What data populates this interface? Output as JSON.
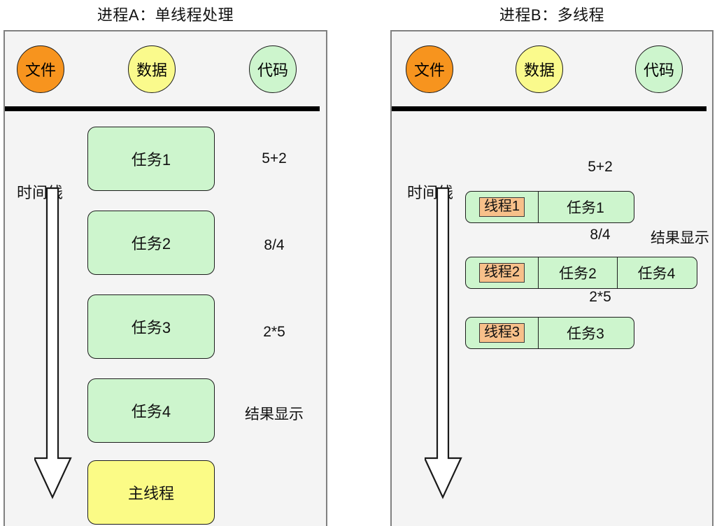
{
  "panels": [
    {
      "id": "process-a",
      "title": "进程A：单线程处理",
      "resources": [
        {
          "name": "文件",
          "color": "#f7941e",
          "kind": "file"
        },
        {
          "name": "数据",
          "color": "#fafa8c",
          "kind": "data"
        },
        {
          "name": "代码",
          "color": "#cdf5cd",
          "kind": "code"
        }
      ],
      "timeline_label": "时间线",
      "tasks": [
        {
          "label": "任务1",
          "type": "task"
        },
        {
          "label": "任务2",
          "type": "task"
        },
        {
          "label": "任务3",
          "type": "task"
        },
        {
          "label": "任务4",
          "type": "task"
        },
        {
          "label": "主线程",
          "type": "main-thread"
        }
      ],
      "op_labels": [
        "5+2",
        "8/4",
        "2*5",
        "结果显示"
      ]
    },
    {
      "id": "process-b",
      "title": "进程B：多线程",
      "resources": [
        {
          "name": "文件",
          "color": "#f7941e",
          "kind": "file"
        },
        {
          "name": "数据",
          "color": "#fafa8c",
          "kind": "data"
        },
        {
          "name": "代码",
          "color": "#cdf5cd",
          "kind": "code"
        }
      ],
      "timeline_label": "时间线",
      "threads": [
        {
          "thread": "线程1",
          "tasks": [
            "任务1"
          ],
          "op_labels": [
            "5+2"
          ]
        },
        {
          "thread": "线程2",
          "tasks": [
            "任务2",
            "任务4"
          ],
          "op_labels": [
            "8/4",
            "结果显示"
          ]
        },
        {
          "thread": "线程3",
          "tasks": [
            "任务3"
          ],
          "op_labels": [
            "2*5"
          ]
        }
      ]
    }
  ],
  "colors": {
    "panel_bg": "#f4f4f4",
    "panel_border": "#808080",
    "task_green": "#cdf5cd",
    "main_yellow": "#fbfb86",
    "thread_orange": "#f7c08a",
    "file_orange": "#f7941e",
    "data_yellow": "#fafa8c",
    "separator": "#000000"
  }
}
